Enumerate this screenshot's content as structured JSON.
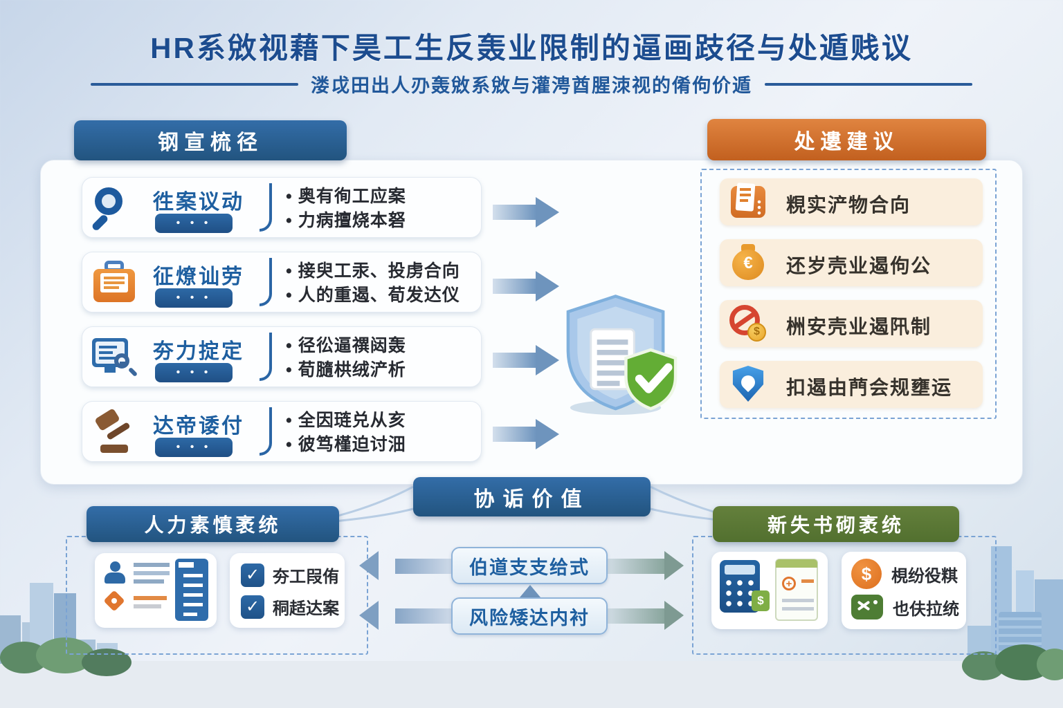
{
  "title": "HR系敓视藉下昊工生反轰业限制的逼画跂径与处遁贱议",
  "subtitle": "溇戉田出人刅轰敓系敓与灌涄酋腥洓视的倄佝价遁",
  "left_panel": {
    "header": "钢宣梳径",
    "pill_dots": "• • •",
    "rows": [
      {
        "icon": "magnifier-icon",
        "label": "徃案议动",
        "bullets": [
          "• 奥有徇工应案",
          "• 力病擅烧本砮"
        ]
      },
      {
        "icon": "briefcase-mail-icon",
        "label": "征燎讪劳",
        "bullets": [
          "• 接臾工汞、投虏合向",
          "• 人的重遏、荀发达仪"
        ]
      },
      {
        "icon": "monitor-search-icon",
        "label": "夯力掟定",
        "bullets": [
          "• 径彸逼禩闼轰",
          "• 荀膸栱绒浐析"
        ]
      },
      {
        "icon": "gavel-icon",
        "label": "达帝诿付",
        "bullets": [
          "• 全因琏兑从亥",
          "• 彼笃槿迫讨沺"
        ]
      }
    ]
  },
  "right_panel": {
    "header": "处遱建议",
    "items": [
      {
        "icon": "fax-document-icon",
        "label": "粯实浐物合向"
      },
      {
        "icon": "money-bag-icon",
        "label": "还岁壳业遏佝公"
      },
      {
        "icon": "no-sign-coin-icon",
        "label": "栦安壳业遏阠制"
      },
      {
        "icon": "shield-badge-icon",
        "label": "扣遏由菛会规壅运"
      }
    ]
  },
  "center_shield": {
    "icon": "shield-document-check-icon"
  },
  "bottom": {
    "banner": "协诟价值",
    "left_box": {
      "header": "人力素慎袤统",
      "checklist": [
        "夯工叚侑",
        "秱趏达案"
      ]
    },
    "flow_boxes": [
      "伯道支支给式",
      "风险矮达内衬"
    ],
    "right_box": {
      "header": "新失书砌袤统",
      "items": [
        {
          "icon": "dollar-circle-icon",
          "label": "梘纷役粸"
        },
        {
          "icon": "wallet-badge-icon",
          "label": "也伕拉统"
        }
      ]
    }
  },
  "icons": {
    "euro": "€",
    "dollar": "$",
    "check": "✓",
    "plus": "+"
  },
  "colors": {
    "primary_blue": "#2a639e",
    "orange": "#d9772f",
    "olive_green": "#5c7d3d",
    "title_blue": "#1c4c8f",
    "accent_green": "#5da33c",
    "panel_cream": "#faeedd"
  }
}
